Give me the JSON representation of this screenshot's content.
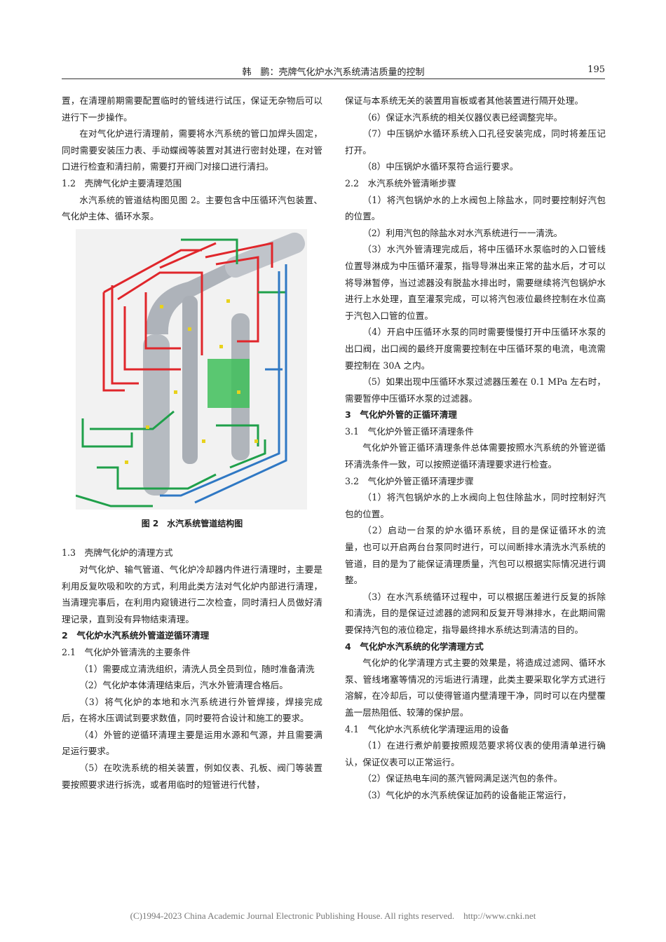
{
  "header": {
    "title": "韩　鹏：壳牌气化炉水汽系统清洁质量的控制",
    "page_number": "195"
  },
  "left": {
    "p1": "置，在清理前期需要配置临时的管线进行试压，保证无杂物后可以进行下一步操作。",
    "p2": "在对气化炉进行清理前，需要将水汽系统的管口加焊头固定，同时需要安装压力表、手动蝶阀等装置对其进行密封处理，在对管口进行检查和清扫前，需要打开阀门对接口进行清扫。",
    "h12": "1.2　壳牌气化炉主要清理范围",
    "p3": "水汽系统的管道结构图见图 2。主要包含中压循环汽包装置、气化炉主体、循环水泵。",
    "fig_caption": "图 2　水汽系统管道结构图",
    "h13": "1.3　壳牌气化炉的清理方式",
    "p4": "对气化炉、输气管道、气化炉冷却器内件进行清理时，主要是利用反复吹吸和吹的方式，利用此类方法对气化炉内部进行清理，当清理完事后，在利用内窥镜进行二次检查，同时清扫人员做好清理记录，直到没有异物结束清理。",
    "h2": "2　气化炉水汽系统外管道逆循环清理",
    "h21": "2.1　气化炉外管清洗的主要条件",
    "i1": "（1）需要成立清洗组织，清洗人员全员到位，随时准备清洗",
    "i2": "（2）气化炉本体清理结束后，汽水外管清理合格后。",
    "i3": "（3）将气化炉的本地和水汽系统进行外管焊接，焊接完成后，在将水压调试到要求数值，同时要符合设计和施工的要求。",
    "i4": "（4）外管的逆循环清理主要是运用水源和气源，并且需要满足运行要求。",
    "i5": "（5）在吹洗系统的相关装置，例如仪表、孔板、阀门等装置要按照要求进行拆洗，或者用临时的短管进行代替，"
  },
  "right": {
    "p1": "保证与本系统无关的装置用盲板或者其他装置进行隔开处理。",
    "i6": "（6）保证水汽系统的相关仪器仪表已经调整完毕。",
    "i7": "（7）中压锅炉水循环系统入口孔径安装完成，同时将差压记打开。",
    "i8": "（8）中压锅炉水循环泵符合运行要求。",
    "h22": "2.2　水汽系统外管清晰步骤",
    "s1": "（1）将汽包锅炉水的上水阀包上除盐水，同时要控制好汽包的位置。",
    "s2": "（2）利用汽包的除盐水对水汽系统进行一一清洗。",
    "s3": "（3）水汽外管清理完成后，将中压循环水泵临时的入口管线位置导淋成为中压循环灌泵，指导导淋出来正常的盐水后，才可以将导淋暂停，当过滤器没有脱盐水排出时，需要继续将汽包锅炉水进行上水处理，直至灌泵完成，可以将汽包液位最终控制在水位高于汽包入口管的位置。",
    "s4": "（4）开启中压循环水泵的同时需要慢慢打开中压循环水泵的出口阀，出口阀的最终开度需要控制在中压循环泵的电流，电流需要控制在 30A 之内。",
    "s5": "（5）如果出现中压循环水泵过滤器压差在 0.1 MPa 左右时，需要暂停中压循环水泵的过滤器。",
    "h3": "3　气化炉外管的正循环清理",
    "h31": "3.1　气化炉外管正循环清理条件",
    "p2": "气化炉外管正循环清理条件总体需要按照水汽系统的外管逆循环清洗条件一致，可以按照逆循环清理要求进行检查。",
    "h32": "3.2　气化炉外管正循环清理步骤",
    "t1": "（1）将汽包锅炉水的上水阀向上包住除盐水，同时控制好汽包的位置。",
    "t2": "（2）启动一台泵的炉水循环系统，目的是保证循环水的流量，也可以开启两台台泵同时进行，可以间断排水清洗水汽系统的管道，目的是为了能保证清理质量，汽包可以根据实际情况进行调整。",
    "t3": "（3）在水汽系统循环过程中，可以根据压差进行反复的拆除和清洗，目的是保证过滤器的滤网和反复开导淋排水，在此期间需要保持汽包的液位稳定，指导最终排水系统达到清洁的目的。",
    "h4": "4　气化炉水汽系统的化学清理方式",
    "p3": "气化炉的化学清理方式主要的效果是，将造成过滤网、循环水泵、管线堵塞等情况的污垢进行清理，此类主要采取化学方式进行溶解，在冷却后，可以使得管道内壁清理干净，同时可以在内壁覆盖一层热阻低、较薄的保护层。",
    "h41": "4.1　气化炉水汽系统化学清理运用的设备",
    "u1": "（1）在进行煮炉前要按照规范要求将仪表的使用清单进行确认，保证仪表可以正常运行。",
    "u2": "（2）保证热电车间的蒸汽管网满足送汽包的条件。",
    "u3": "（3）气化炉的水汽系统保证加药的设备能正常运行，"
  },
  "footer": "(C)1994-2023 China Academic Journal Electronic Publishing House. All rights reserved.　http://www.cnki.net",
  "colors": {
    "red_pipe": "#e0262b",
    "green_pipe": "#1fa04a",
    "blue_pipe": "#2f78c4",
    "vessel": "#b8bcc2",
    "yellow_valve": "#e8d21c"
  }
}
